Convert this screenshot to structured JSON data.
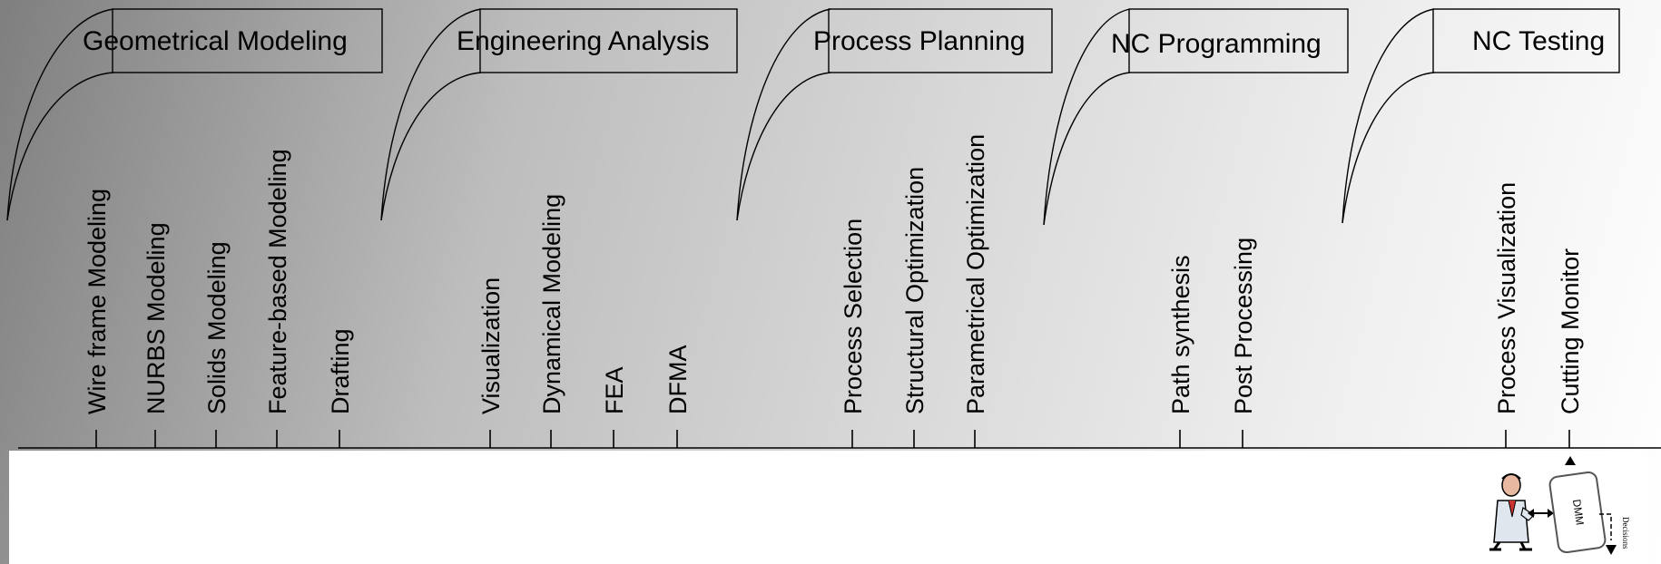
{
  "categories": [
    {
      "id": "geom",
      "label": "Geometrical Modeling"
    },
    {
      "id": "eng",
      "label": "Engineering Analysis"
    },
    {
      "id": "proc",
      "label": "Process Planning"
    },
    {
      "id": "nc",
      "label": "NC Programming"
    },
    {
      "id": "nctest",
      "label": "NC Testing"
    }
  ],
  "items": [
    {
      "label": "Wire frame Modeling"
    },
    {
      "label": "NURBS  Modeling"
    },
    {
      "label": "Solids Modeling"
    },
    {
      "label": "Feature-based Modeling"
    },
    {
      "label": "Drafting"
    },
    {
      "label": "Visualization"
    },
    {
      "label": "Dynamical Modeling"
    },
    {
      "label": "FEA"
    },
    {
      "label": "DFMA"
    },
    {
      "label": "Process Selection"
    },
    {
      "label": "Structural Optimization"
    },
    {
      "label": "Parametrical Optimization"
    },
    {
      "label": "Path synthesis"
    },
    {
      "label": "Post Processing"
    },
    {
      "label": "Process Visualization"
    },
    {
      "label": "Cutting Monitor"
    }
  ],
  "dmm": {
    "label": "DMM",
    "decisions_label": "Decisions"
  }
}
